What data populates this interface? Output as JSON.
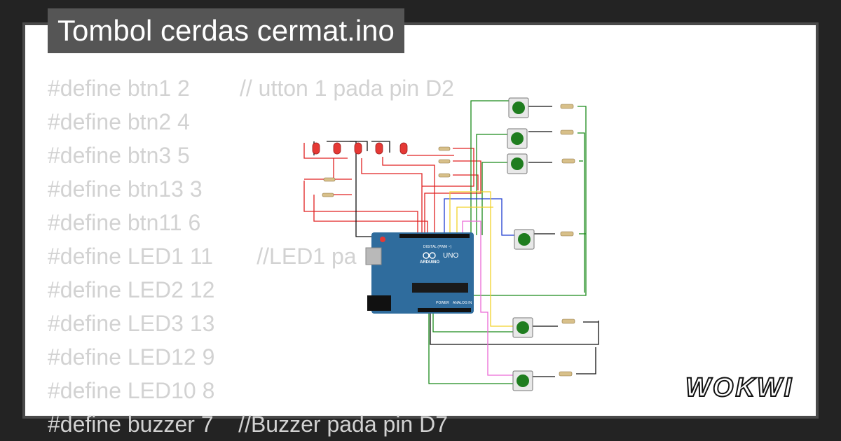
{
  "project": {
    "title": "Tombol cerdas cermat.ino"
  },
  "code_lines": [
    "#define btn1 2        // utton 1 pada pin D2",
    "#define btn2 4",
    "#define btn3 5",
    "#define btn13 3",
    "#define btn11 6",
    "#define LED1 11       //LED1 pa",
    "#define LED2 12",
    "#define LED3 13",
    "#define LED12 9",
    "#define LED10 8",
    "#define buzzer 7    //Buzzer pada pin D7"
  ],
  "board": {
    "brand": "ARDUINO",
    "model": "UNO",
    "digital_label": "DIGITAL (PWM ~)",
    "analog_label": "ANALOG IN",
    "power_label": "POWER"
  },
  "logo": {
    "text": "WOKWI"
  },
  "colors": {
    "background": "#232323",
    "title_tab": "#555555",
    "board": "#2f6c9d",
    "led": "#e53935",
    "button_cap": "#1f7d1f",
    "wire_red": "#e02020",
    "wire_green": "#1a8a1a",
    "wire_blue": "#1e3cd0",
    "wire_yellow": "#f2d22a",
    "wire_pink": "#ec6ad6",
    "wire_black": "#111111"
  }
}
